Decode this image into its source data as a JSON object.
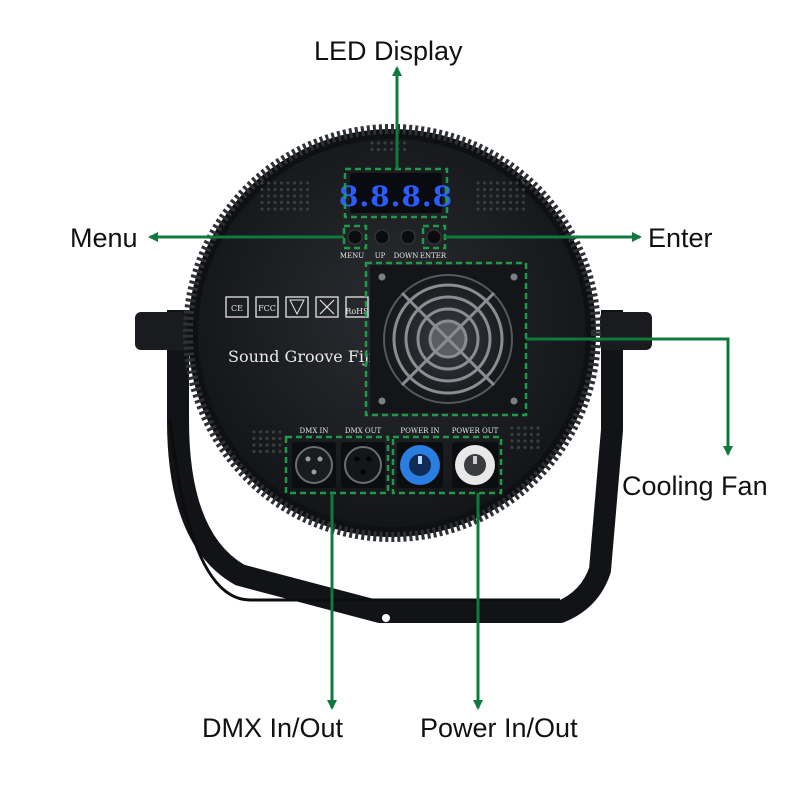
{
  "callouts": {
    "led_display": "LED Display",
    "menu": "Menu",
    "enter": "Enter",
    "cooling_fan": "Cooling Fan",
    "dmx_in_out": "DMX In/Out",
    "power_in_out": "Power In/Out"
  },
  "panel": {
    "display_digits": "8.8.8.8",
    "buttons": [
      "MENU",
      "UP",
      "DOWN",
      "ENTER"
    ],
    "brand_text": "Sound Groove Fiji",
    "certifications": [
      "CE",
      "FCC",
      "UL",
      "WEEE",
      "RoHS"
    ],
    "connector_labels": [
      "DMX IN",
      "DMX OUT",
      "POWER IN",
      "POWER OUT"
    ]
  },
  "colors": {
    "highlight": "#1f9a4a",
    "arrow": "#0f7a3b",
    "housing": "#1c1d20",
    "display_digit": "#2b5cff",
    "power_in": "#2a7de1",
    "power_out": "#e8e8e8"
  }
}
